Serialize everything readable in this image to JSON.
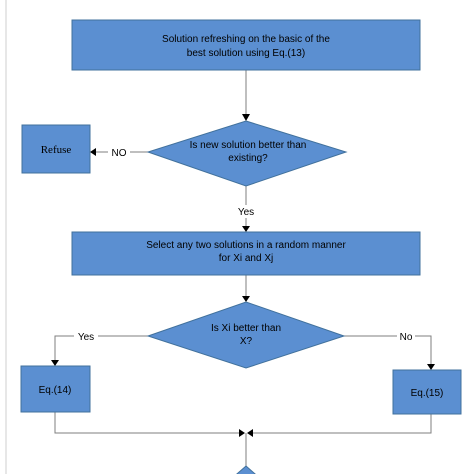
{
  "colors": {
    "node_fill": "#5b8fd1",
    "node_stroke": "#41719c",
    "connector": "#7f7f7f",
    "arrowhead": "#000000",
    "background": "#ffffff"
  },
  "nodes": {
    "refresh_box": {
      "line1": "Solution refreshing on the basic of the",
      "line2": "best solution using Eq.(13)"
    },
    "better_decision": {
      "line1": "Is new solution better than",
      "line2": "existing?"
    },
    "refuse_box": {
      "label": "Refuse"
    },
    "select_box": {
      "line1": "Select any two solutions in a random manner",
      "line2": "for  Xi and Xj"
    },
    "xi_decision": {
      "line1": "Is Xi better than",
      "line2": "X?"
    },
    "eq14_box": {
      "label": "Eq.(14)"
    },
    "eq15_box": {
      "label": "Eq.(15)"
    }
  },
  "edge_labels": {
    "no_upper": "NO",
    "yes_upper": "Yes",
    "yes_left": "Yes",
    "no_right": "No"
  }
}
